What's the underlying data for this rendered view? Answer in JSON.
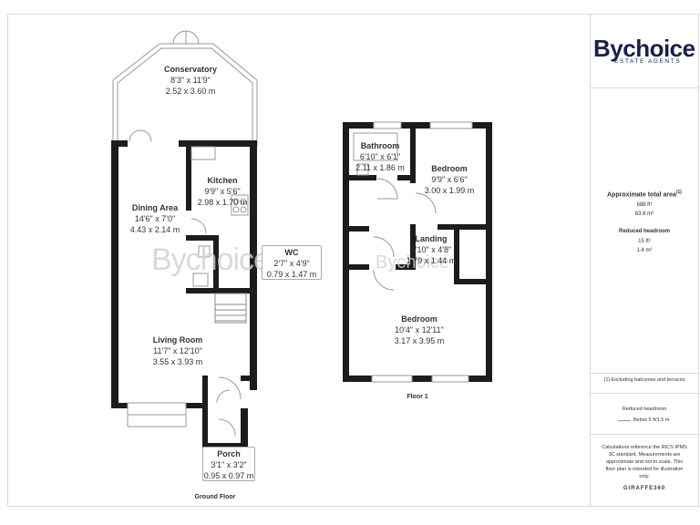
{
  "brand": {
    "name": "Bychoice",
    "tagline": "ESTATE AGENTS"
  },
  "watermark": "Bychoice",
  "ground_floor": {
    "label": "Ground Floor",
    "rooms": [
      {
        "name": "Conservatory",
        "imperial": "8'3\" x 11'9\"",
        "metric": "2.52 x 3.60 m"
      },
      {
        "name": "Kitchen",
        "imperial": "9'9\" x 5'6\"",
        "metric": "2.98 x 1.70 m"
      },
      {
        "name": "Dining Area",
        "imperial": "14'6\" x 7'0\"",
        "metric": "4.43 x 2.14 m"
      },
      {
        "name": "WC",
        "imperial": "2'7\" x 4'9\"",
        "metric": "0.79 x 1.47 m"
      },
      {
        "name": "Living Room",
        "imperial": "11'7\" x 12'10\"",
        "metric": "3.55 x 3.93 m"
      },
      {
        "name": "Porch",
        "imperial": "3'1\" x 3'2\"",
        "metric": "0.95 x 0.97 m"
      }
    ]
  },
  "floor_1": {
    "label": "Floor 1",
    "rooms": [
      {
        "name": "Bathroom",
        "imperial": "6'10\" x 6'1\"",
        "metric": "2.11 x 1.86 m"
      },
      {
        "name": "Bedroom",
        "imperial": "9'9\" x 6'6\"",
        "metric": "3.00 x 1.99 m"
      },
      {
        "name": "Landing",
        "imperial": "5'10\" x 4'8\"",
        "metric": "1.79 x 1.44 m"
      },
      {
        "name": "Bedroom",
        "imperial": "10'4\" x 12'11\"",
        "metric": "3.17 x 3.95 m"
      }
    ]
  },
  "area": {
    "title": "Approximate total area",
    "title_sup": "(1)",
    "total_ft": "688 ft²",
    "total_m": "63.8 m²",
    "reduced_title": "Reduced headroom",
    "reduced_ft": "15 ft²",
    "reduced_m": "1.4 m²"
  },
  "note": "(1) Excluding balconies and terraces",
  "legend": {
    "title": "Reduced headroom",
    "item": "Below 5 ft/1.5 m"
  },
  "disclaimer": [
    "Calculations reference the RICS IPMS",
    "3C standard. Measurements are",
    "approximate and not to scale. This",
    "floor plan is intended for illustration",
    "only."
  ],
  "footer_logo": "GIRAFFE360"
}
